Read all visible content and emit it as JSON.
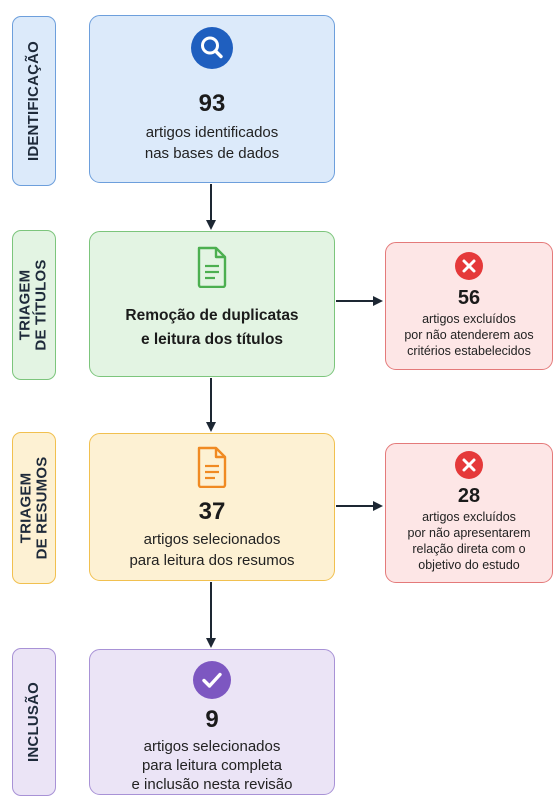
{
  "colors": {
    "blue_fill": "#dceafa",
    "blue_border": "#6d9fdc",
    "blue_icon": "#1f5fbf",
    "green_fill": "#e3f4e3",
    "green_border": "#7cc57c",
    "green_icon": "#4caf50",
    "orange_fill": "#fdf1d3",
    "orange_border": "#f1c04f",
    "orange_icon": "#f08a22",
    "purple_fill": "#ebe4f6",
    "purple_border": "#a892d6",
    "purple_icon": "#7d57c1",
    "red_fill": "#fde6e6",
    "red_border": "#e47a7a",
    "red_icon": "#e5393a"
  },
  "stages": {
    "identificacao": "IDENTIFICAÇÃO",
    "titulos_line1": "TRIAGEM",
    "titulos_line2": "DE TÍTULOS",
    "resumos_line1": "TRIAGEM",
    "resumos_line2": "DE RESUMOS",
    "inclusao": "INCLUSÃO"
  },
  "boxes": {
    "identificacao": {
      "icon": "search-icon",
      "number": "93",
      "line1": "artigos identificados",
      "line2": "nas bases de dados"
    },
    "titulos": {
      "icon": "document-icon",
      "line1": "Remoção de duplicatas",
      "line2": "e leitura dos títulos"
    },
    "resumos": {
      "icon": "document-icon",
      "number": "37",
      "line1": "artigos selecionados",
      "line2": "para leitura dos resumos"
    },
    "inclusao": {
      "icon": "check-icon",
      "number": "9",
      "line1": "artigos selecionados",
      "line2": "para leitura completa",
      "line3": "e inclusão nesta revisão"
    }
  },
  "exclusions": {
    "titulos": {
      "icon": "x-icon",
      "number": "56",
      "line1": "artigos excluídos",
      "line2": "por não atenderem aos",
      "line3": "critérios estabelecidos"
    },
    "resumos": {
      "icon": "x-icon",
      "number": "28",
      "line1": "artigos excluídos",
      "line2": "por não apresentarem",
      "line3": "relação direta com o",
      "line4": "objetivo do estudo"
    }
  }
}
